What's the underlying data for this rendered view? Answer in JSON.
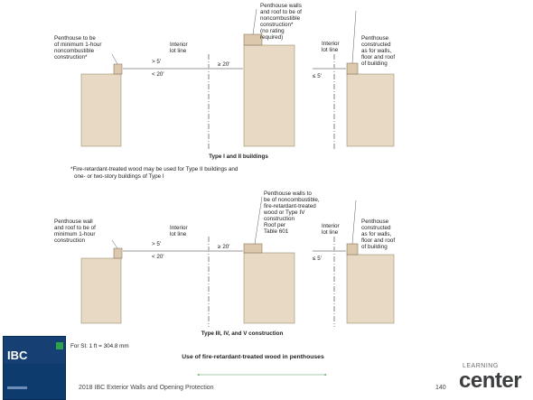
{
  "figure": {
    "top_diagram": {
      "labels": {
        "left_penthouse": [
          "Penthouse to be",
          "of minimum 1-hour",
          "noncombustible",
          "construction*"
        ],
        "interior_lot_line_left": [
          "Interior",
          "lot line"
        ],
        "dim_gt5": "> 5'",
        "dim_lt20": "< 20'",
        "dim_ge20": "≥ 20'",
        "center_penthouse": [
          "Penthouse walls",
          "and roof to be of",
          "noncombustible",
          "construction*",
          "(no rating",
          "required)"
        ],
        "interior_lot_line_right": [
          "Interior",
          "lot line"
        ],
        "dim_le5": "≤ 5'",
        "right_penthouse": [
          "Penthouse",
          "constructed",
          "as for walls,",
          "floor and roof",
          "of building"
        ]
      },
      "caption": "Type I and II buildings",
      "footnote": [
        "*Fire-retardant-treated wood may be used for Type II buildings and",
        "one- or two-story buildings of Type I"
      ]
    },
    "bottom_diagram": {
      "labels": {
        "left_penthouse": [
          "Penthouse wall",
          "and roof to be of",
          "minimum 1-hour",
          "construction"
        ],
        "interior_lot_line_left": [
          "Interior",
          "lot line"
        ],
        "dim_gt5": "> 5'",
        "dim_lt20": "< 20'",
        "dim_ge20": "≥ 20'",
        "center_penthouse": [
          "Penthouse walls to",
          "be of noncombustible,",
          "fire-retardant-treated",
          "wood or Type IV",
          "construction",
          "Roof per",
          "Table 601"
        ],
        "interior_lot_line_right": [
          "Interior",
          "lot line"
        ],
        "dim_le5": "≤ 5'",
        "right_penthouse": [
          "Penthouse",
          "constructed",
          "as for walls,",
          "floor and roof",
          "of building"
        ]
      },
      "caption": "Type III, IV, and V construction"
    },
    "si_note": "For SI: 1 ft = 304.8 mm",
    "title": "Use of fire-retardant-treated wood in penthouses"
  },
  "footer": {
    "book_logo": "IBC",
    "course_title": "2018 IBC Exterior Walls and Opening Protection",
    "page_number": "140",
    "brand_small": "LEARNING",
    "brand_big": "center"
  },
  "colors": {
    "building_fill": "#e8d9c4",
    "penthouse_fill": "#dcc9ad",
    "divider_green": "#2e7d32",
    "ibc_blue": "#0d3b6e"
  }
}
